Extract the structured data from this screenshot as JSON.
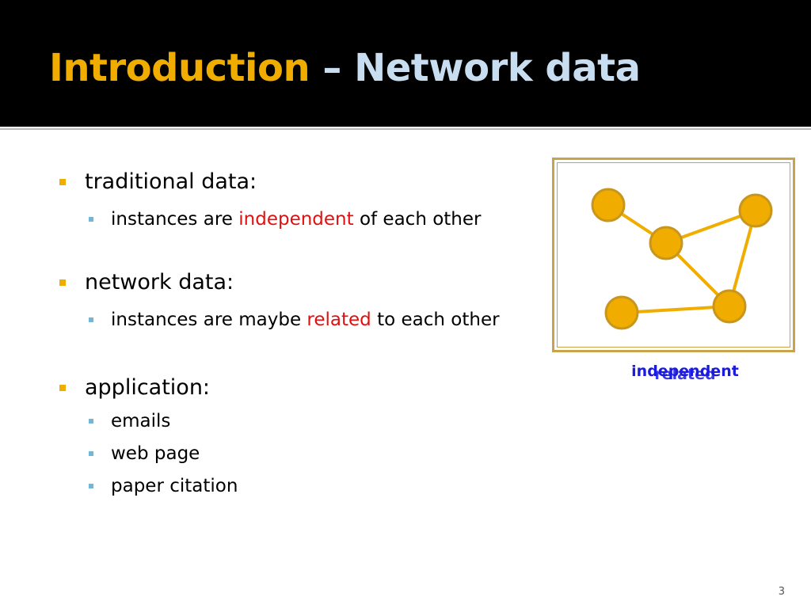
{
  "title": {
    "part1": "Introduction",
    "part2": " – Network data"
  },
  "bullets": {
    "traditional": {
      "label": "traditional data:",
      "sub_prefix": "instances are ",
      "sub_highlight": "independent",
      "sub_suffix": " of each other"
    },
    "network": {
      "label": "network data:",
      "sub_prefix": "instances are maybe ",
      "sub_highlight": "related",
      "sub_suffix": " to each other"
    },
    "application": {
      "label": "application:",
      "items": [
        "emails",
        "web page",
        "paper citation"
      ]
    }
  },
  "diagram": {
    "caption_independent": "independent",
    "caption_related": "related"
  },
  "page_number": "3",
  "colors": {
    "title_part1": "#f0ad00",
    "title_part2": "#c8ddef",
    "bullet_l1": "#f0ad00",
    "bullet_l2": "#6fb8d6",
    "highlight": "#e01010",
    "caption": "#1a1ae0",
    "node_fill": "#f0ad00",
    "node_border": "#c8961e",
    "edge": "#f0ad00",
    "frame": "#c8a34a"
  }
}
